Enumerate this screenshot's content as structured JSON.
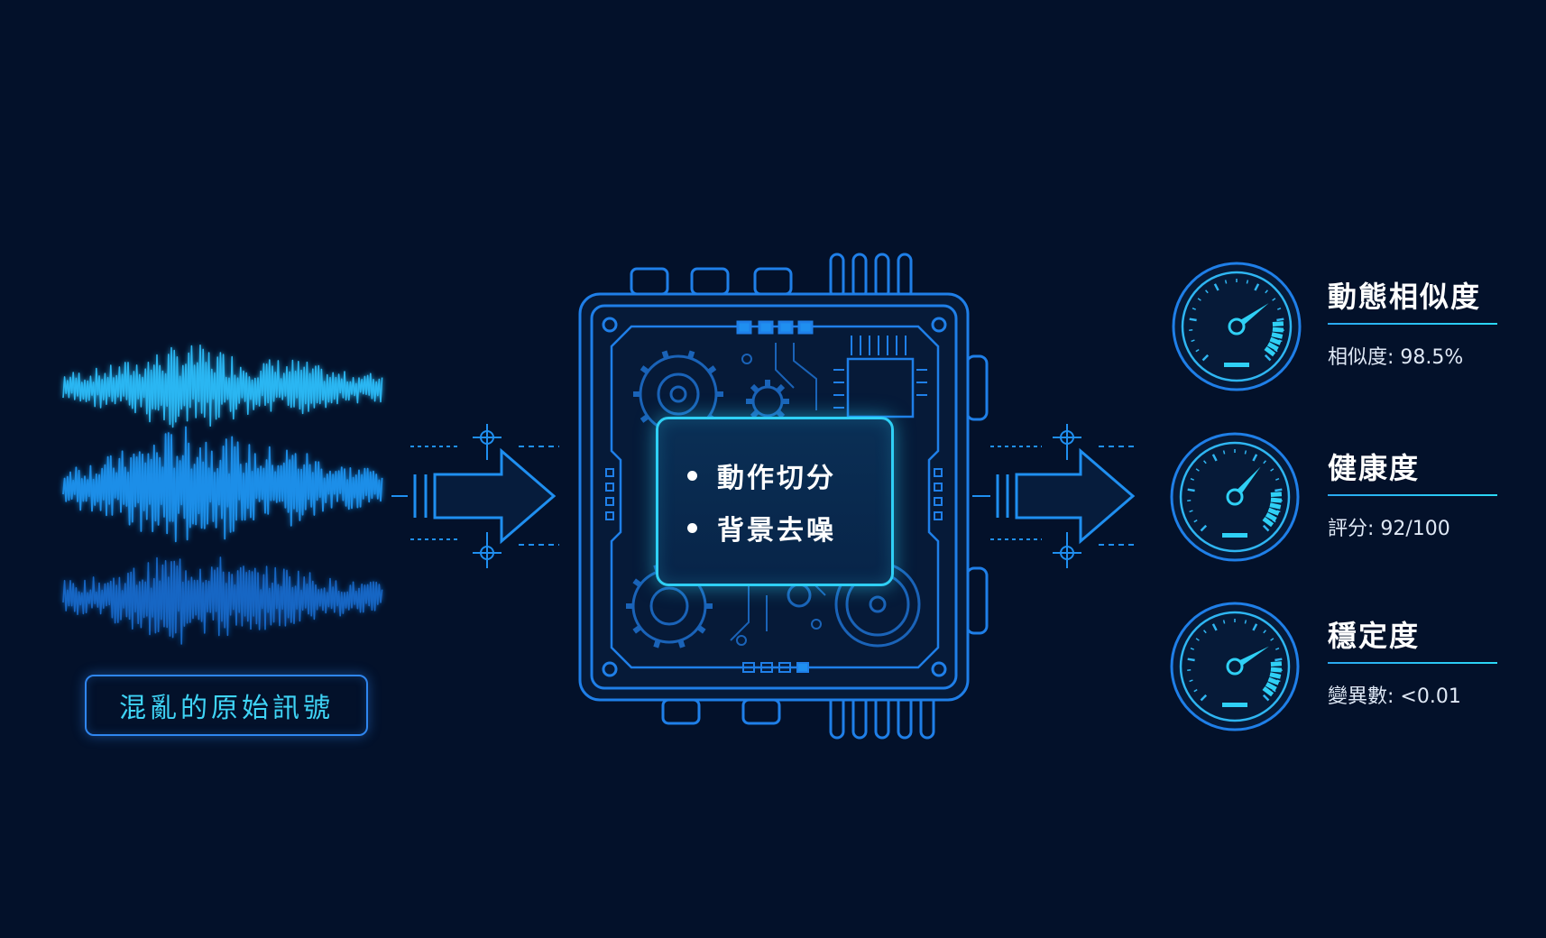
{
  "input": {
    "label": "混亂的原始訊號"
  },
  "processor": {
    "items": [
      {
        "label": "動作切分"
      },
      {
        "label": "背景去噪"
      }
    ]
  },
  "metrics": [
    {
      "title": "動態相似度",
      "value": "相似度: 98.5%",
      "gauge_level": 0.7
    },
    {
      "title": "健康度",
      "value": "評分: 92/100",
      "gauge_level": 0.65
    },
    {
      "title": "穩定度",
      "value": "變異數: <0.01",
      "gauge_level": 0.72
    }
  ],
  "colors": {
    "background": "#03112a",
    "primary_blue": "#1f7fe8",
    "cyan": "#2fd0f5",
    "wave_light": "#2ab6f2",
    "wave_mid": "#1a8ee8",
    "wave_dark": "#1566c4"
  },
  "icons": {
    "input_arrow": "arrow-right-icon",
    "output_arrow": "arrow-right-icon",
    "processor": "circuit-board-icon",
    "gauge": "speedometer-gauge-icon"
  }
}
